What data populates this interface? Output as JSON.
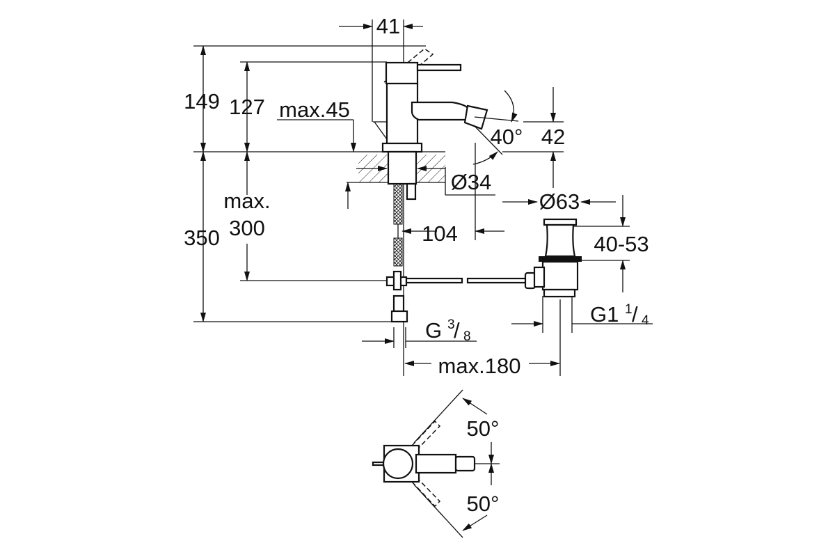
{
  "drawing": {
    "side_view": {
      "width_41": "41",
      "height_149": "149",
      "height_127": "127",
      "deck_max": "max.45",
      "spout_angle": "40°",
      "spout_height": "42",
      "hole_diameter": "Ø34",
      "below_max_label": "max.",
      "below_max_value": "300",
      "height_350": "350",
      "reach_104": "104",
      "waste_diameter": "Ø63",
      "waste_height": "40-53",
      "waste_thread_main": "G1",
      "waste_thread_num": "1",
      "waste_thread_den": "4",
      "supply_thread_main": "G",
      "supply_thread_num": "3",
      "supply_thread_den": "8",
      "rod_length": "max.180"
    },
    "top_view": {
      "swivel_angle_upper": "50°",
      "swivel_angle_lower": "50°"
    }
  }
}
